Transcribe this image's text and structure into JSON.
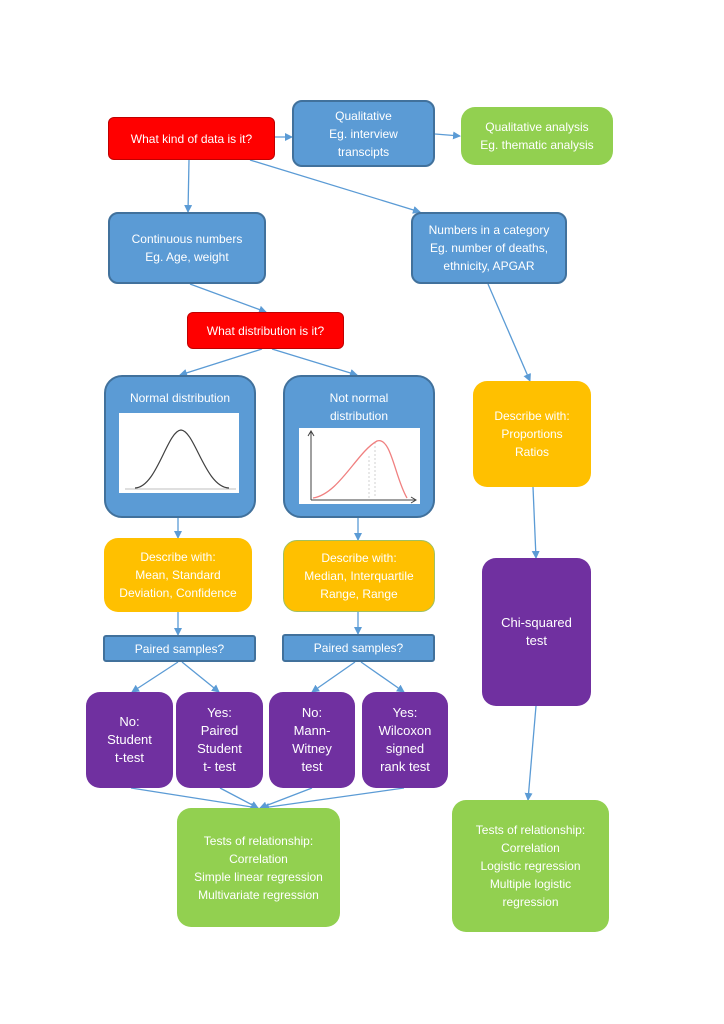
{
  "nodes": {
    "data_kind": {
      "lines": [
        "What kind of data is it?"
      ]
    },
    "qualitative": {
      "lines": [
        "Qualitative",
        "Eg. interview",
        "transcipts"
      ]
    },
    "qual_analysis": {
      "lines": [
        "Qualitative analysis",
        "Eg. thematic analysis"
      ]
    },
    "continuous": {
      "lines": [
        "Continuous numbers",
        "Eg. Age, weight"
      ]
    },
    "categorical": {
      "lines": [
        "Numbers in a category",
        "Eg. number of deaths,",
        "ethnicity, APGAR"
      ]
    },
    "distribution_q": {
      "lines": [
        "What distribution is it?"
      ]
    },
    "normal": {
      "lines": [
        "Normal distribution"
      ]
    },
    "not_normal": {
      "lines": [
        "Not normal",
        "distribution"
      ]
    },
    "describe_props": {
      "lines": [
        "Describe with:",
        "Proportions",
        "Ratios"
      ]
    },
    "describe_mean": {
      "lines": [
        "Describe with:",
        "Mean, Standard",
        "Deviation, Confidence"
      ]
    },
    "describe_median": {
      "lines": [
        "Describe with:",
        "Median, Interquartile",
        "Range,  Range"
      ]
    },
    "chi_squared": {
      "lines": [
        "Chi-squared",
        "test"
      ]
    },
    "paired_left": {
      "lines": [
        "Paired samples?"
      ]
    },
    "paired_right": {
      "lines": [
        "Paired samples?"
      ]
    },
    "student": {
      "lines": [
        "No:",
        "Student",
        "t-test"
      ]
    },
    "paired_t": {
      "lines": [
        "Yes:",
        "Paired",
        "Student",
        "t- test"
      ]
    },
    "mann_witney": {
      "lines": [
        "No:",
        "Mann-",
        "Witney",
        "test"
      ]
    },
    "wilcoxon": {
      "lines": [
        "Yes:",
        "Wilcoxon",
        "signed",
        "rank test"
      ]
    },
    "rel_left": {
      "lines": [
        "Tests of relationship:",
        "Correlation",
        "Simple linear regression",
        "Multivariate regression"
      ]
    },
    "rel_right": {
      "lines": [
        "Tests of relationship:",
        "Correlation",
        "Logistic regression",
        "Multiple logistic",
        "regression"
      ]
    }
  },
  "colors": {
    "red": "#ff0000",
    "blue": "#5b9bd5",
    "green": "#92d050",
    "yellow": "#ffc000",
    "purple": "#7030a0",
    "arrow": "#5b9bd5"
  },
  "icons": {
    "normal_plot": "normal-distribution-curve",
    "skewed_plot": "skewed-distribution-curve"
  }
}
